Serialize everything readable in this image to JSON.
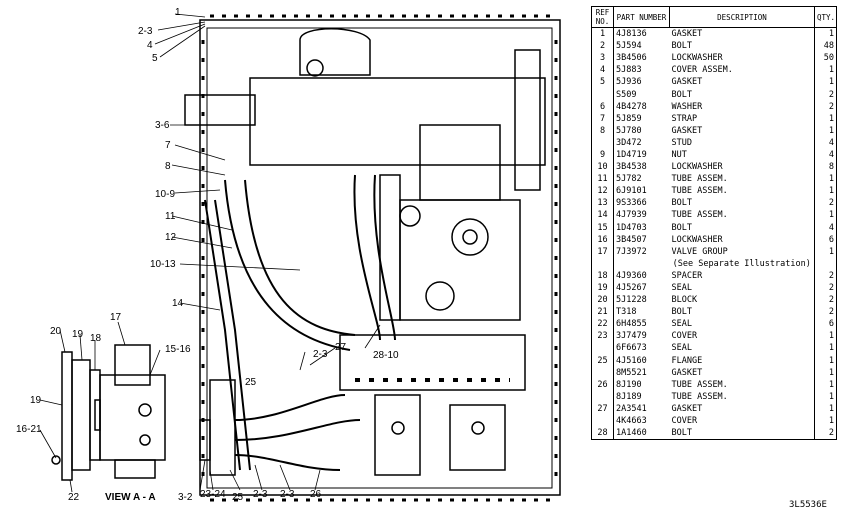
{
  "table": {
    "headers": {
      "ref": "REF NO.",
      "part": "PART NUMBER",
      "desc": "DESCRIPTION",
      "qty": "QTY."
    },
    "rows": [
      {
        "ref": "1",
        "part": "4J8136",
        "desc": "GASKET",
        "qty": "1"
      },
      {
        "ref": "2",
        "part": "5J594",
        "desc": "BOLT",
        "qty": "48"
      },
      {
        "ref": "3",
        "part": "3B4506",
        "desc": "LOCKWASHER",
        "qty": "50"
      },
      {
        "ref": "4",
        "part": "5J883",
        "desc": "COVER ASSEM.",
        "qty": "1"
      },
      {
        "ref": "5",
        "part": "5J936",
        "desc": "GASKET",
        "qty": "1"
      },
      {
        "ref": "",
        "part": "S509",
        "desc": "BOLT",
        "qty": "2"
      },
      {
        "ref": "6",
        "part": "4B4278",
        "desc": "WASHER",
        "qty": "2"
      },
      {
        "ref": "7",
        "part": "5J859",
        "desc": "STRAP",
        "qty": "1"
      },
      {
        "ref": "8",
        "part": "5J780",
        "desc": "GASKET",
        "qty": "1"
      },
      {
        "ref": "",
        "part": "3D472",
        "desc": "STUD",
        "qty": "4"
      },
      {
        "ref": "9",
        "part": "1D4719",
        "desc": "NUT",
        "qty": "4"
      },
      {
        "ref": "10",
        "part": "3B4538",
        "desc": "LOCKWASHER",
        "qty": "8"
      },
      {
        "ref": "11",
        "part": "5J782",
        "desc": "TUBE ASSEM.",
        "qty": "1"
      },
      {
        "ref": "12",
        "part": "6J9101",
        "desc": "TUBE ASSEM.",
        "qty": "1"
      },
      {
        "ref": "13",
        "part": "9S3366",
        "desc": "BOLT",
        "qty": "2"
      },
      {
        "ref": "14",
        "part": "4J7939",
        "desc": "TUBE ASSEM.",
        "qty": "1"
      },
      {
        "ref": "15",
        "part": "1D4703",
        "desc": "BOLT",
        "qty": "4"
      },
      {
        "ref": "16",
        "part": "3B4507",
        "desc": "LOCKWASHER",
        "qty": "6"
      },
      {
        "ref": "17",
        "part": "7J3972",
        "desc": "VALVE GROUP",
        "qty": "1"
      },
      {
        "ref": "",
        "part": "",
        "desc": "(See Separate Illustration)",
        "qty": ""
      },
      {
        "ref": "18",
        "part": "4J9360",
        "desc": "SPACER",
        "qty": "2"
      },
      {
        "ref": "19",
        "part": "4J5267",
        "desc": "SEAL",
        "qty": "2"
      },
      {
        "ref": "20",
        "part": "5J1228",
        "desc": "BLOCK",
        "qty": "2"
      },
      {
        "ref": "21",
        "part": "T318",
        "desc": "BOLT",
        "qty": "2"
      },
      {
        "ref": "22",
        "part": "6H4855",
        "desc": "SEAL",
        "qty": "6"
      },
      {
        "ref": "23",
        "part": "3J7479",
        "desc": "COVER",
        "qty": "1"
      },
      {
        "ref": "",
        "part": "6F6673",
        "desc": "SEAL",
        "qty": "1"
      },
      {
        "ref": "25",
        "part": "4J5160",
        "desc": "FLANGE",
        "qty": "1"
      },
      {
        "ref": "",
        "part": "8M5521",
        "desc": "GASKET",
        "qty": "1"
      },
      {
        "ref": "26",
        "part": "8J190",
        "desc": "TUBE ASSEM.",
        "qty": "1"
      },
      {
        "ref": "",
        "part": "8J189",
        "desc": "TUBE ASSEM.",
        "qty": "1"
      },
      {
        "ref": "27",
        "part": "2A3541",
        "desc": "GASKET",
        "qty": "1"
      },
      {
        "ref": "",
        "part": "4K4663",
        "desc": "COVER",
        "qty": "1"
      },
      {
        "ref": "28",
        "part": "1A1460",
        "desc": "BOLT",
        "qty": "2"
      }
    ]
  },
  "drawing": {
    "callouts": [
      "1",
      "2-3",
      "4",
      "5",
      "3-6",
      "7",
      "8",
      "10-9",
      "11",
      "12",
      "10-13",
      "14",
      "17",
      "15-16",
      "20",
      "19",
      "18",
      "19",
      "16-21",
      "22",
      "VIEW A - A",
      "2-3",
      "27",
      "28-10",
      "25",
      "3-2",
      "23-24",
      "25",
      "2-3",
      "2-3",
      "26"
    ],
    "view_label": "VIEW A - A"
  },
  "illustration_code": "3L5536E"
}
